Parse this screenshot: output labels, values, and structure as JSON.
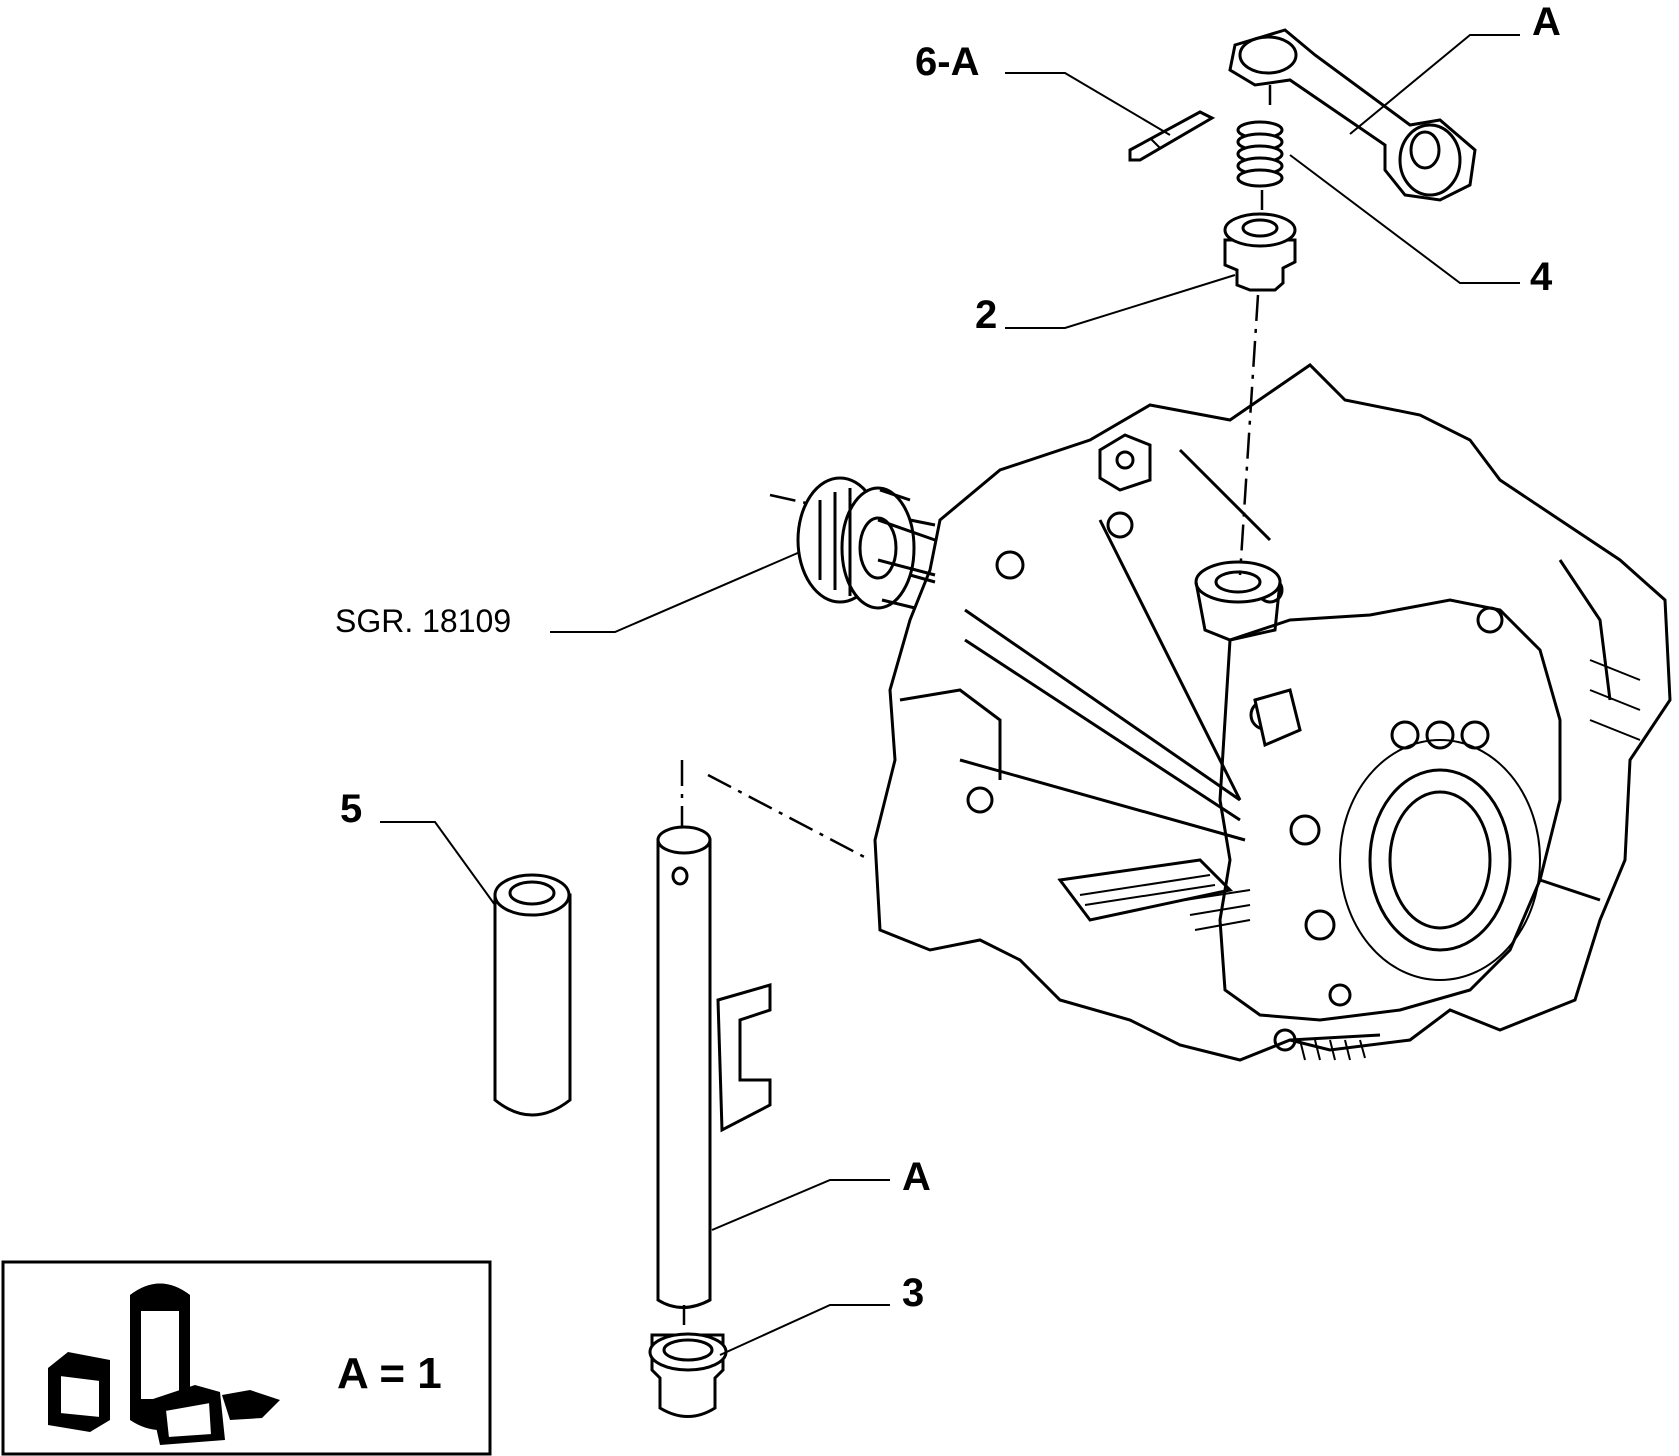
{
  "callouts": {
    "arm_top": "A",
    "pin": "6-A",
    "spring": "4",
    "bushing_top": "2",
    "group_ref": "SGR. 18109",
    "sleeve": "5",
    "shaft": "A",
    "bushing_bottom": "3"
  },
  "legend": {
    "text": "A = 1"
  }
}
